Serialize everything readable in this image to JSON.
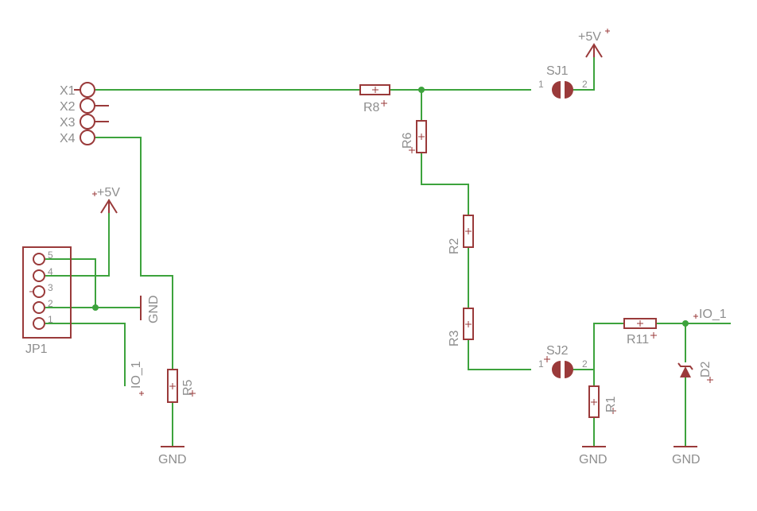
{
  "connector_x": {
    "pins": [
      "X1",
      "X2",
      "X3",
      "X4"
    ]
  },
  "jp1": {
    "name": "JP1",
    "pins": [
      "5",
      "4",
      "3",
      "2",
      "1"
    ]
  },
  "resistors": {
    "r1": "R1",
    "r2": "R2",
    "r3": "R3",
    "r5": "R5",
    "r6": "R6",
    "r8": "R8",
    "r11": "R11"
  },
  "jumpers": {
    "sj1": {
      "name": "SJ1",
      "pin1": "1",
      "pin2": "2"
    },
    "sj2": {
      "name": "SJ2",
      "pin1": "1",
      "pin2": "2"
    }
  },
  "diode": {
    "name": "D2"
  },
  "nets": {
    "vcc_top": "+5V",
    "vcc_left": "+5V",
    "gnd_jp1": "GND",
    "gnd_r5": "GND",
    "gnd_r1": "GND",
    "gnd_d2": "GND",
    "io_left": "IO_1",
    "io_right": "IO_1"
  },
  "colors": {
    "wire": "#3da33d",
    "part": "#9a3a3a",
    "label": "#8e8e8e",
    "background": "#ffffff"
  }
}
